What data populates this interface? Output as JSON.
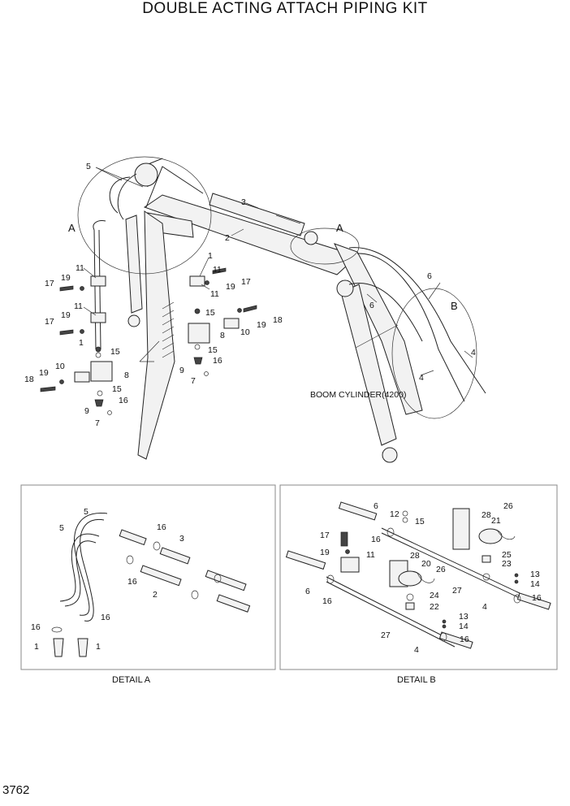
{
  "title": "DOUBLE ACTING ATTACH PIPING KIT",
  "page_number": "3762",
  "boom_cylinder_label": "BOOM CYLINDER(4200)",
  "detail_markers": {
    "a": "A",
    "a2": "A",
    "b": "B"
  },
  "detail_a": {
    "caption": "DETAIL A",
    "callouts": [
      "5",
      "5",
      "16",
      "3",
      "16",
      "2",
      "16",
      "16",
      "1",
      "1"
    ]
  },
  "detail_b": {
    "caption": "DETAIL B",
    "callouts": [
      "6",
      "12",
      "15",
      "16",
      "17",
      "19",
      "11",
      "6",
      "16",
      "26",
      "28",
      "21",
      "28",
      "20",
      "26",
      "25",
      "23",
      "13",
      "14",
      "24",
      "22",
      "27",
      "27",
      "4",
      "16",
      "13",
      "14",
      "16",
      "4"
    ]
  },
  "main_callouts": [
    "5",
    "3",
    "2",
    "1",
    "11",
    "11",
    "19",
    "17",
    "19",
    "17",
    "11",
    "17",
    "19",
    "11",
    "15",
    "8",
    "15",
    "19",
    "18",
    "10",
    "15",
    "16",
    "9",
    "7",
    "1",
    "10",
    "18",
    "19",
    "15",
    "8",
    "9",
    "16",
    "7",
    "6",
    "6",
    "4",
    "4"
  ]
}
